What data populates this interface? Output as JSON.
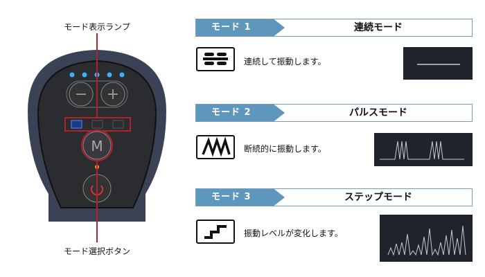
{
  "device": {
    "lamp_label": "モード表示ランプ",
    "button_label": "モード選択ボタン",
    "mode_button_text": "M",
    "minus": "−",
    "plus": "+"
  },
  "modes": [
    {
      "tag": "モード 1",
      "title": "連続モード",
      "description": "連続して振動します。",
      "icon": "continuous-icon"
    },
    {
      "tag": "モード 2",
      "title": "パルスモード",
      "description": "断続的に振動します。",
      "icon": "pulse-icon"
    },
    {
      "tag": "モード 3",
      "title": "ステップモード",
      "description": "振動レベルが変化します。",
      "icon": "step-icon"
    }
  ],
  "colors": {
    "accent": "#5f96bb",
    "highlight": "#b0222c",
    "led": "#3ab0ff"
  }
}
